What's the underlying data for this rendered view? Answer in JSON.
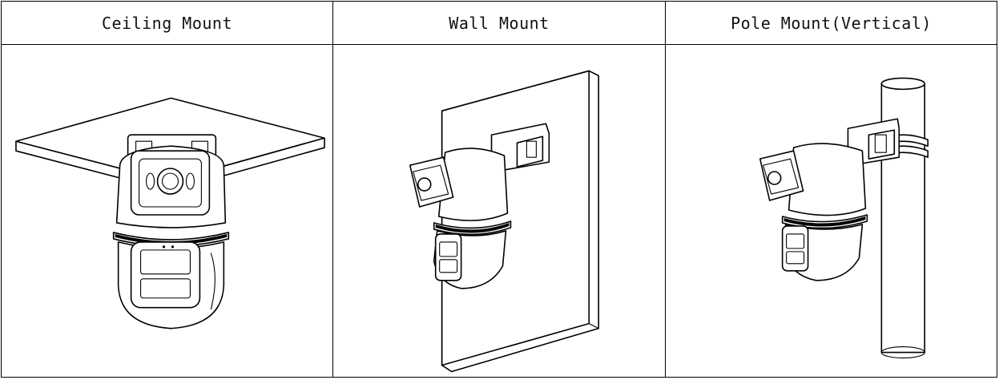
{
  "columns": [
    {
      "title": "Ceiling Mount",
      "figure": "ceiling-mount-camera"
    },
    {
      "title": "Wall Mount",
      "figure": "wall-mount-camera"
    },
    {
      "title": "Pole Mount(Vertical)",
      "figure": "pole-mount-camera"
    }
  ],
  "colors": {
    "line": "#000000",
    "background": "#ffffff"
  }
}
